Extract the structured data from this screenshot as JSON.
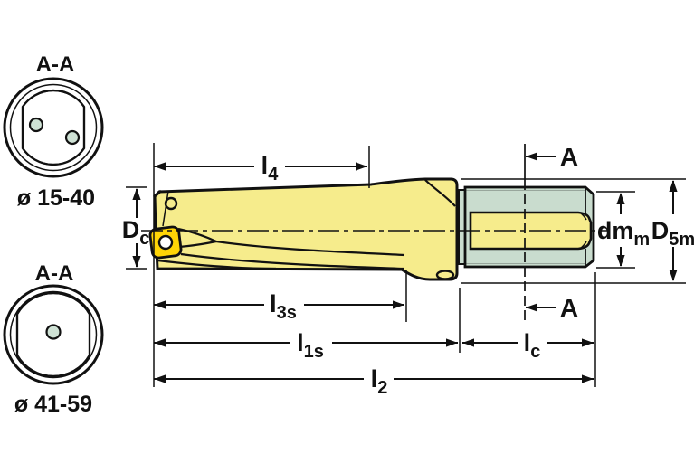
{
  "colors": {
    "background": "#ffffff",
    "body_yellow": "#F6EC8C",
    "insert_gold": "#FFD506",
    "shank_green": "#C9DCCE",
    "section_fill": "#CFE2D5",
    "hole_white": "#ffffff",
    "line_black": "#111111"
  },
  "section_views": {
    "upper": {
      "title": "A-A",
      "range": "ø 15-40"
    },
    "lower": {
      "title": "A-A",
      "range": "ø 41-59"
    }
  },
  "dims": {
    "l4": {
      "main": "l",
      "sub": "4"
    },
    "dc": {
      "main": "D",
      "sub": "c"
    },
    "l3s": {
      "main": "l",
      "sub": "3s"
    },
    "l1s": {
      "main": "l",
      "sub": "1s"
    },
    "lc": {
      "main": "l",
      "sub": "c"
    },
    "l2": {
      "main": "l",
      "sub": "2"
    },
    "dmm": {
      "main": "dm",
      "sub": "m"
    },
    "d5m": {
      "main": "D",
      "sub": "5m"
    },
    "section_marker_top": "A",
    "section_marker_bottom": "A"
  }
}
